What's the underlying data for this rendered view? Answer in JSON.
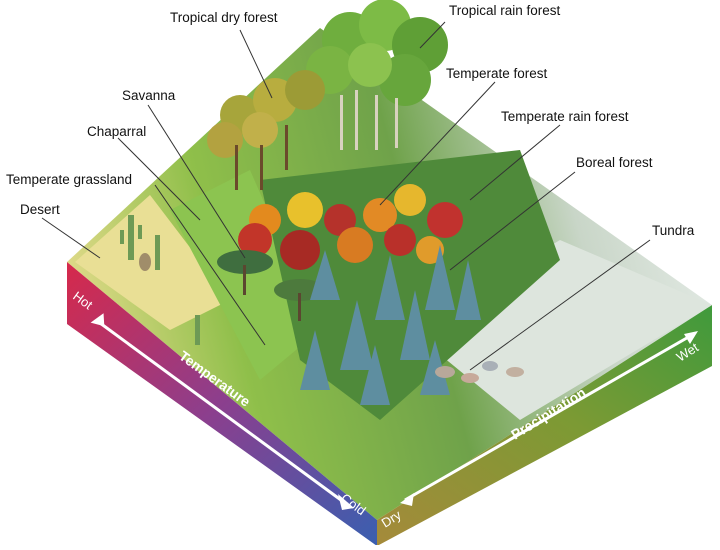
{
  "biome_labels": {
    "tropical_dry_forest": "Tropical dry forest",
    "tropical_rain_forest": "Tropical rain forest",
    "temperate_forest": "Temperate forest",
    "savanna": "Savanna",
    "chaparral": "Chaparral",
    "temperate_rain_forest": "Temperate rain forest",
    "temperate_grassland": "Temperate grassland",
    "boreal_forest": "Boreal forest",
    "desert": "Desert",
    "tundra": "Tundra"
  },
  "temperature_axis": {
    "title": "Temperature",
    "start": "Hot",
    "end": "Cold"
  },
  "precipitation_axis": {
    "title": "Precipitation",
    "start": "Dry",
    "end": "Wet"
  },
  "colors": {
    "hot": "#d6294b",
    "cold": "#3a5fb0",
    "dry": "#a58a3a",
    "wet": "#3f9a3c"
  }
}
